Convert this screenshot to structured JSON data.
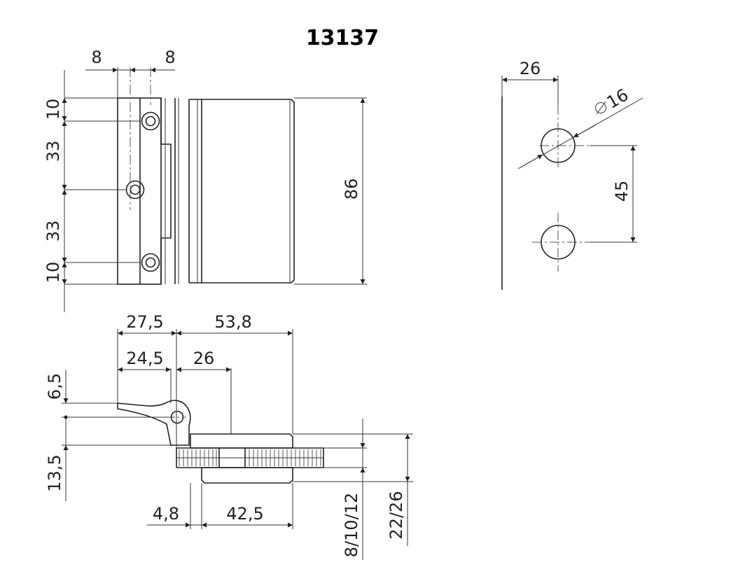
{
  "drawing": {
    "title": "13137",
    "front_view": {
      "top_widths": [
        "8",
        "8"
      ],
      "left_heights": [
        "10",
        "33",
        "33",
        "10"
      ],
      "overall_height": "86"
    },
    "hole_view": {
      "width": "26",
      "hole_diameter": "16",
      "hole_spacing": "45"
    },
    "section_view": {
      "top_widths": [
        "27,5",
        "53,8"
      ],
      "sub_widths": [
        "24,5",
        "26"
      ],
      "left_heights": [
        "6,5",
        "13,5"
      ],
      "bottom_widths": [
        "4,8",
        "42,5"
      ],
      "glass_thickness": "8/10/12",
      "total_thickness": "22/26"
    }
  }
}
